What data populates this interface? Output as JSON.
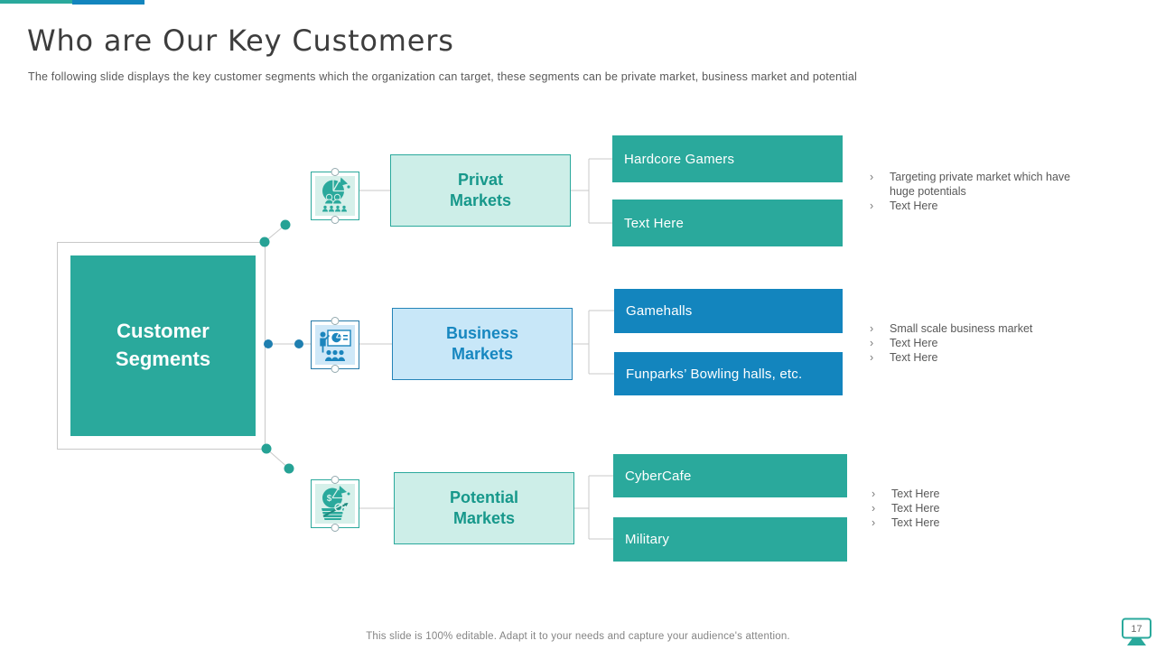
{
  "ui": {
    "bullet_char": "›",
    "dollar_glyph": "$"
  },
  "slide": {
    "title": "Who are Our Key Customers",
    "subtitle": "The following slide displays the key customer segments which the organization can target, these segments can be private market, business market and potential",
    "footer": "This slide is 100% editable. Adapt it to your needs and capture your audience's attention.",
    "page_number": "17"
  },
  "colors": {
    "teal": "#2AA99C",
    "blue": "#1385BE",
    "light_teal_fill": "#CDEEE8",
    "light_blue_fill": "#C8E7F8",
    "teal_text": "#17988B",
    "blue_text": "#1787C0",
    "connector_gray": "#C9C9C9",
    "body_text": "#595959"
  },
  "center": {
    "line1": "Customer",
    "line2": "Segments"
  },
  "groups": [
    {
      "market": {
        "line1": "Privat",
        "line2": "Markets"
      },
      "icon": "pie-chart-people-icon",
      "items": [
        "Hardcore Gamers",
        "Text Here"
      ],
      "bullets": [
        "Targeting private market which have huge potentials",
        "Text Here"
      ]
    },
    {
      "market": {
        "line1": "Business",
        "line2": "Markets"
      },
      "icon": "presentation-audience-icon",
      "items": [
        "Gamehalls",
        "Funparks’ Bowling halls, etc."
      ],
      "bullets": [
        "Small scale business market",
        "Text Here",
        "Text Here"
      ]
    },
    {
      "market": {
        "line1": "Potential",
        "line2": "Markets"
      },
      "icon": "market-analysis-icon",
      "items": [
        "CyberCafe",
        "Military"
      ],
      "bullets": [
        "Text Here",
        "Text Here",
        "Text Here"
      ]
    }
  ]
}
